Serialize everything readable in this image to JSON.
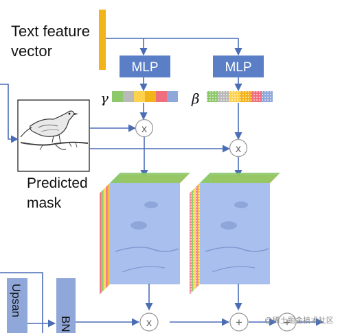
{
  "labels": {
    "text_feature_line1": "Text feature",
    "text_feature_line2": "vector",
    "predicted_mask_line1": "Predicted",
    "predicted_mask_line2": "mask",
    "mlp_left": "MLP",
    "mlp_right": "MLP",
    "gamma": "γ",
    "beta": "β",
    "multiply_symbol": "x",
    "add_symbol": "+",
    "upsample_label": "Upsan",
    "bn_label": "BN",
    "watermark": "@稀土掘金技术社区"
  },
  "colors": {
    "mlp_fill": "#5b7fc7",
    "text_vector_bar": "#f2b31b",
    "arrow": "#4a6db5",
    "feature_map_face": "#a9c0ef",
    "block_fill": "#8fa7d9"
  },
  "gamma_colors": [
    "#8dc96b",
    "#b9b9b9",
    "#ffd24d",
    "#f2b31b",
    "#f06f7f",
    "#8fa7d9"
  ],
  "beta_colors": [
    "#8dc96b",
    "#b9b9b9",
    "#ffd24d",
    "#f2b31b",
    "#f06f7f",
    "#8fa7d9"
  ],
  "feature_layer_colors": [
    "#8dc96b",
    "#f2b31b",
    "#f06f7f",
    "#ffd24d",
    "#8dc96b",
    "#f06f7f"
  ]
}
